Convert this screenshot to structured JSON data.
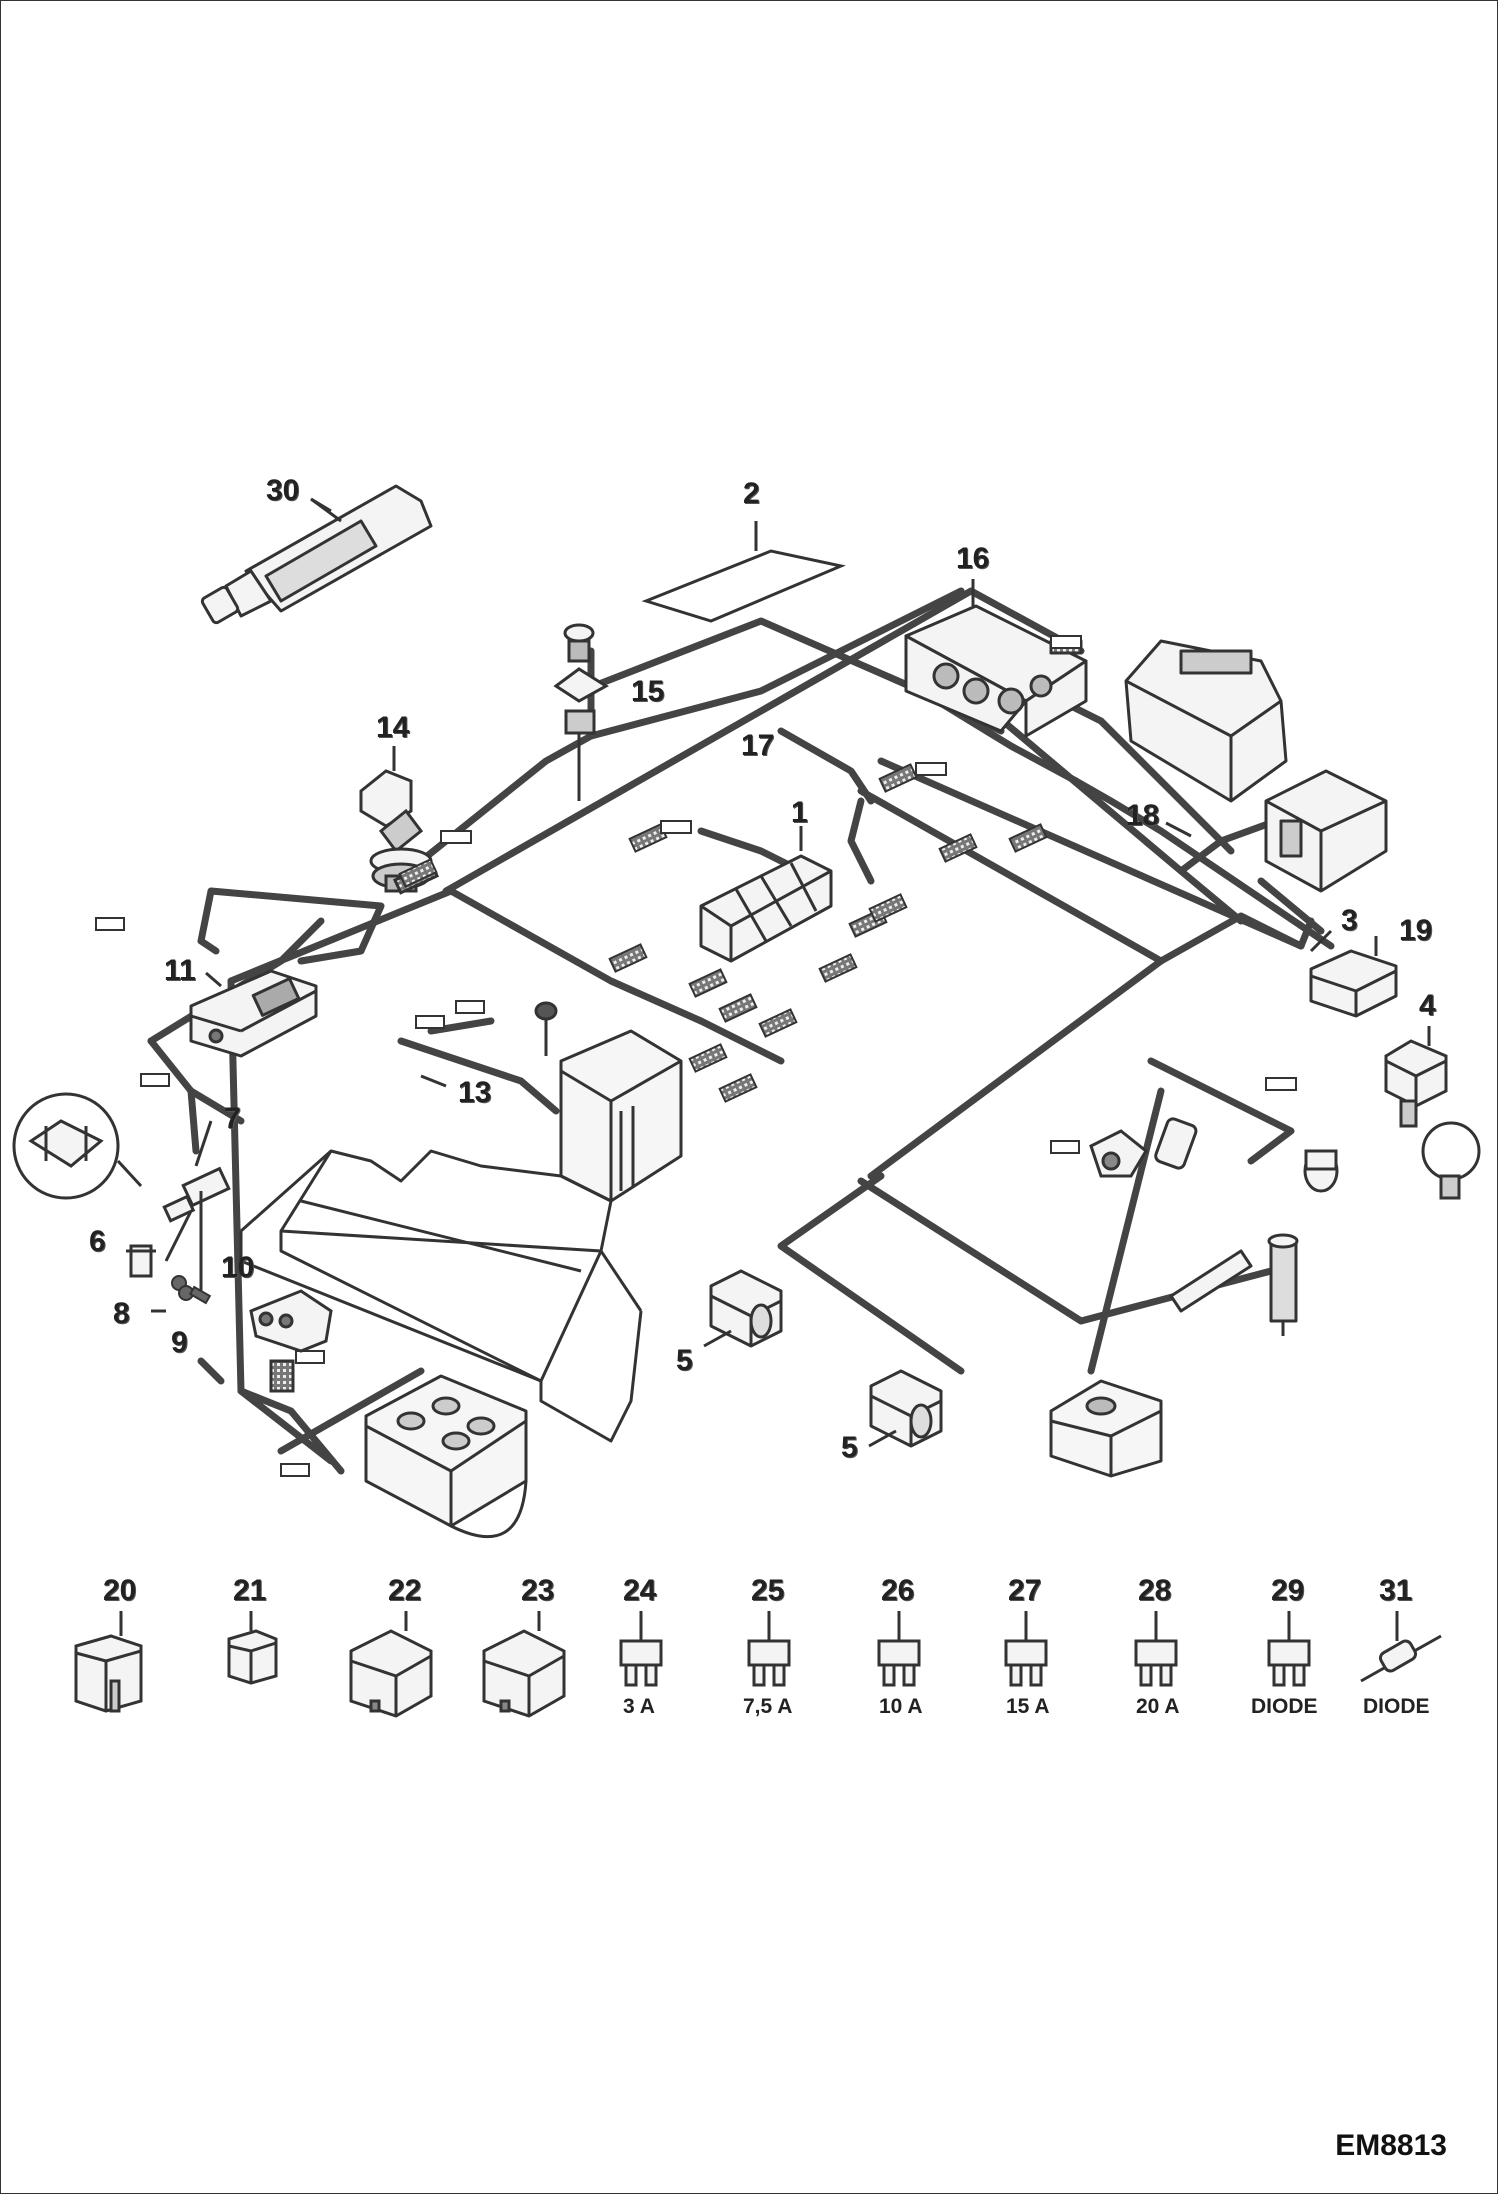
{
  "drawing_code": "EM8813",
  "callouts": {
    "c1": "1",
    "c2": "2",
    "c3": "3",
    "c4": "4",
    "c5a": "5",
    "c5b": "5",
    "c6": "6",
    "c7": "7",
    "c8": "8",
    "c9": "9",
    "c10": "10",
    "c11": "11",
    "c13": "13",
    "c14": "14",
    "c15": "15",
    "c16": "16",
    "c17": "17",
    "c18": "18",
    "c19": "19",
    "c20": "20",
    "c21": "21",
    "c22": "22",
    "c23": "23",
    "c24": "24",
    "c25": "25",
    "c26": "26",
    "c27": "27",
    "c28": "28",
    "c29": "29",
    "c30": "30",
    "c31": "31"
  },
  "ratings": {
    "r24": "3 A",
    "r25": "7,5 A",
    "r26": "10 A",
    "r27": "15 A",
    "r28": "20 A",
    "r29": "DIODE",
    "r31": "DIODE"
  },
  "colors": {
    "line": "#333333",
    "harness": "#555555",
    "background": "#ffffff"
  }
}
